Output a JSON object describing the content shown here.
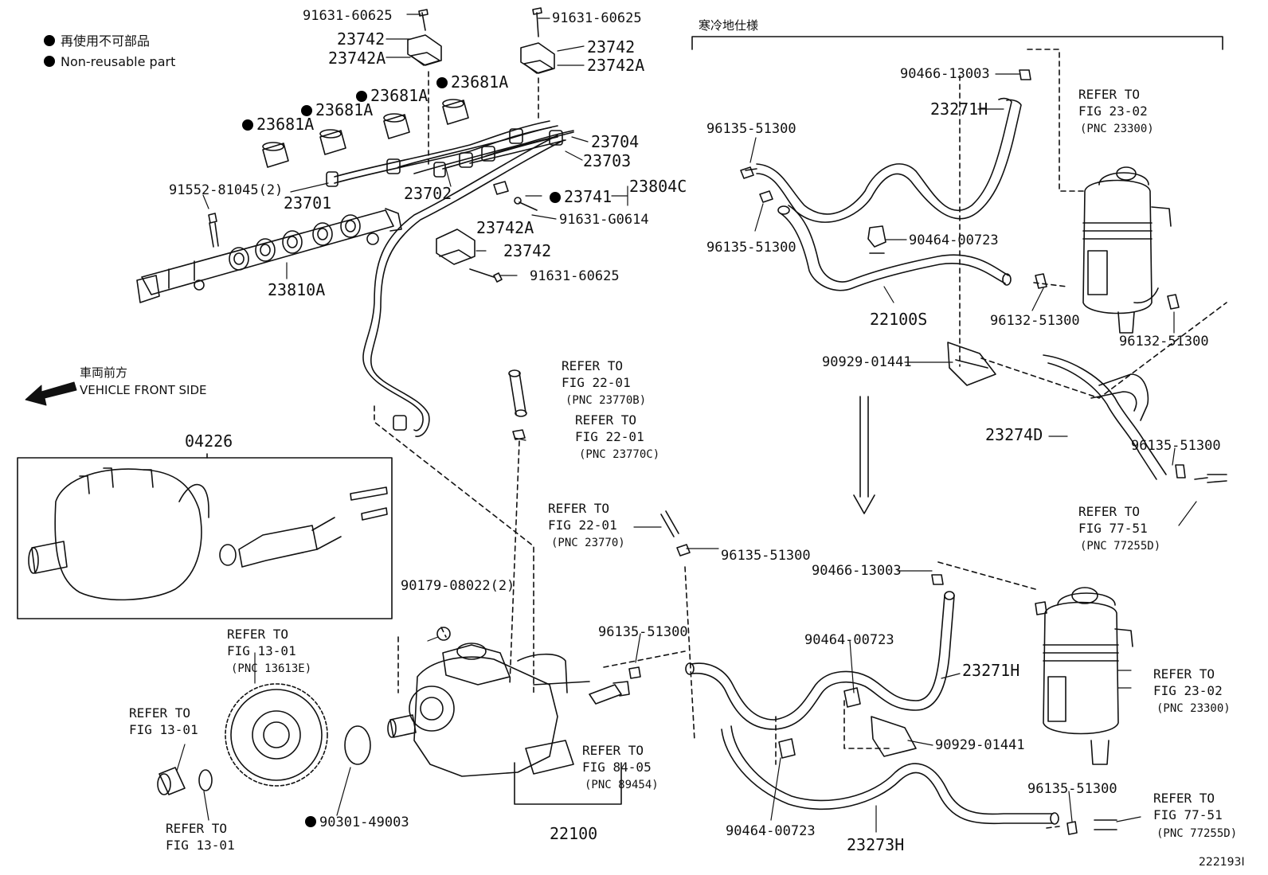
{
  "legend": {
    "line1": "再使用不可部品",
    "line2": "Non-reusable part"
  },
  "vehicle_front_ja": "車両前方",
  "vehicle_front_en": "VEHICLE FRONT SIDE",
  "cold_spec": "寒冷地仕様",
  "doc_id": "222193I",
  "labels": {
    "p91631_60625_a": "91631-60625",
    "p91631_60625_b": "91631-60625",
    "p91631_60625_c": "91631-60625",
    "p23742_a": "23742",
    "p23742A_a": "23742A",
    "p23742_b": "23742",
    "p23742A_b": "23742A",
    "p23742_c": "23742",
    "p23742A_c": "23742A",
    "p23681A_1": "23681A",
    "p23681A_2": "23681A",
    "p23681A_3": "23681A",
    "p23681A_4": "23681A",
    "p23704": "23704",
    "p23703": "23703",
    "p23804C": "23804C",
    "p23741": "23741",
    "p91631_G0614": "91631-G0614",
    "p91552_81045": "91552-81045(2)",
    "p23701": "23701",
    "p23702": "23702",
    "p23810A": "23810A",
    "p04226": "04226",
    "p90179_08022": "90179-08022(2)",
    "p90301_49003": "90301-49003",
    "p22100": "22100",
    "p96135_51300_mid": "96135-51300",
    "p96135_51300_mid2": "96135-51300",
    "p90466_13003_top": "90466-13003",
    "p23271H_top": "23271H",
    "p96135_51300_tl": "96135-51300",
    "p96135_51300_tl2": "96135-51300",
    "p90464_00723_top": "90464-00723",
    "p22100S": "22100S",
    "p96132_51300_a": "96132-51300",
    "p96132_51300_b": "96132-51300",
    "p90929_01441_top": "90929-01441",
    "p23274D": "23274D",
    "p96135_51300_r": "96135-51300",
    "p90466_13003_bot": "90466-13003",
    "p90464_00723_bot": "90464-00723",
    "p23271H_bot": "23271H",
    "p90929_01441_bot": "90929-01441",
    "p96135_51300_br": "96135-51300",
    "p90464_00723_bot2": "90464-00723",
    "p23273H": "23273H"
  },
  "refs": {
    "r_fig2201_a": "REFER TO\nFIG 22-01",
    "r_fig2201_a_pnc": "(PNC 23770B)",
    "r_fig2201_b": "REFER TO\nFIG 22-01",
    "r_fig2201_b_pnc": "(PNC 23770C)",
    "r_fig2201_c": "REFER TO\nFIG 22-01",
    "r_fig2201_c_pnc": "(PNC 23770)",
    "r_fig2302_top": "REFER TO\nFIG 23-02",
    "r_fig2302_top_pnc": "(PNC 23300)",
    "r_fig7751_top": "REFER TO\nFIG 77-51",
    "r_fig7751_top_pnc": "(PNC 77255D)",
    "r_fig1301_gear": "REFER TO\nFIG 13-01",
    "r_fig1301_gear_pnc": "(PNC 13613E)",
    "r_fig1301_a": "REFER TO\nFIG 13-01",
    "r_fig1301_b": "REFER TO\nFIG 13-01",
    "r_fig8405": "REFER TO\nFIG 84-05",
    "r_fig8405_pnc": "(PNC 89454)",
    "r_fig2302_bot": "REFER TO\nFIG 23-02",
    "r_fig2302_bot_pnc": "(PNC 23300)",
    "r_fig7751_bot": "REFER TO\nFIG 77-51",
    "r_fig7751_bot_pnc": "(PNC 77255D)"
  }
}
